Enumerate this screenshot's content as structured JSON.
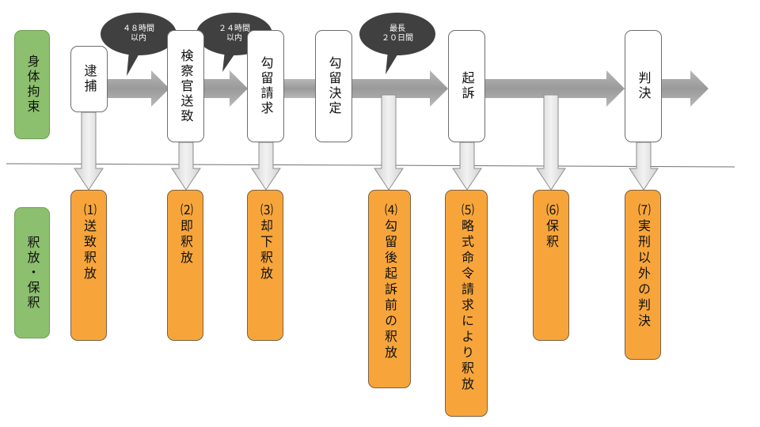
{
  "rows": {
    "custody": "身体拘束",
    "release": "釈放・保釈"
  },
  "stages": [
    {
      "id": "arrest",
      "label": "逮捕"
    },
    {
      "id": "prosecutor",
      "label": "検察官送致"
    },
    {
      "id": "detention-request",
      "label": "勾留請求"
    },
    {
      "id": "detention-decision",
      "label": "勾留決定"
    },
    {
      "id": "indictment",
      "label": "起訴"
    },
    {
      "id": "judgment",
      "label": "判決"
    }
  ],
  "time_limits": [
    {
      "line1": "４８時間",
      "line2": "以内"
    },
    {
      "line1": "２４時間",
      "line2": "以内"
    },
    {
      "line1": "最長",
      "line2": "２０日間"
    }
  ],
  "outcomes": [
    {
      "id": "1",
      "label": "⑴送致釈放"
    },
    {
      "id": "2",
      "label": "⑵即釈放"
    },
    {
      "id": "3",
      "label": "⑶却下釈放"
    },
    {
      "id": "4",
      "label": "⑷勾留後起訴前の釈放"
    },
    {
      "id": "5",
      "label": "⑸略式命令請求により釈放"
    },
    {
      "id": "6",
      "label": "⑹保釈"
    },
    {
      "id": "7",
      "label": "⑺実刑以外の判決"
    }
  ],
  "colors": {
    "row_label_fill": "#8cbf6e",
    "outcome_fill": "#f7a53b",
    "arrow_fill": "#a3a3a3",
    "bubble_fill": "#404040"
  }
}
